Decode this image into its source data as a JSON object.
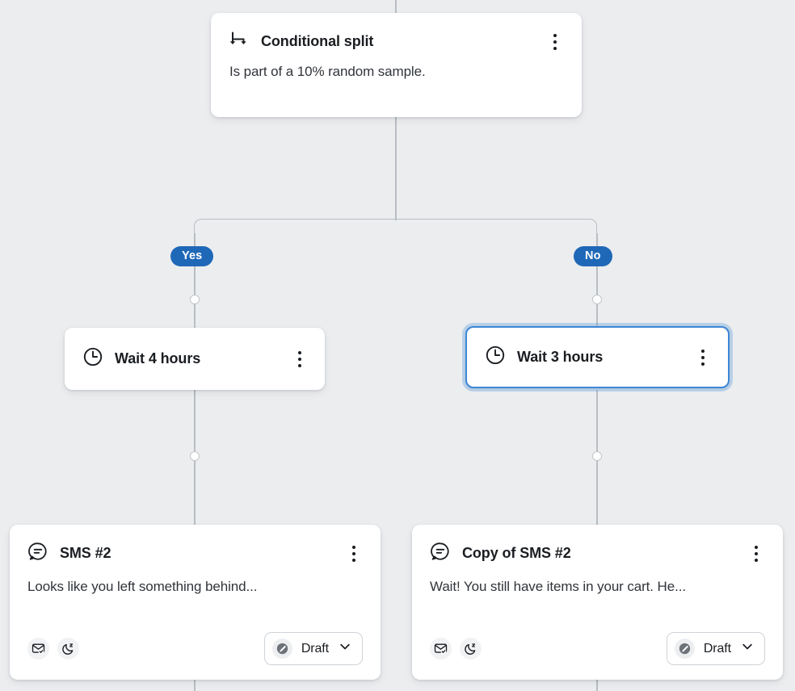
{
  "canvas": {
    "background_color": "#ebedef",
    "connector_color": "#b9bdc2",
    "accent_color": "#1f68b8",
    "selected_border_color": "#3d87d6"
  },
  "split_card": {
    "icon": "split-branch-icon",
    "title": "Conditional split",
    "description": "Is part of a 10% random sample.",
    "menu": "kebab-menu-icon"
  },
  "branches": [
    {
      "label": "Yes"
    },
    {
      "label": "No"
    }
  ],
  "wait_cards": [
    {
      "icon": "clock-icon",
      "title": "Wait 4 hours",
      "menu": "kebab-menu-icon",
      "selected": false
    },
    {
      "icon": "clock-icon",
      "title": "Wait 3 hours",
      "menu": "kebab-menu-icon",
      "selected": true
    }
  ],
  "sms_cards": [
    {
      "icon": "chat-bubble-icon",
      "title": "SMS #2",
      "preview": "Looks like you left something behind...",
      "meta_icons": [
        "envelope-check-icon",
        "moon-quiet-hours-icon"
      ],
      "status": {
        "badge_icon": "pencil-draft-icon",
        "label": "Draft",
        "chevron": "chevron-down-icon"
      },
      "menu": "kebab-menu-icon"
    },
    {
      "icon": "chat-bubble-icon",
      "title": "Copy of SMS #2",
      "preview": "Wait! You still have items in your cart. He...",
      "meta_icons": [
        "envelope-check-icon",
        "moon-quiet-hours-icon"
      ],
      "status": {
        "badge_icon": "pencil-draft-icon",
        "label": "Draft",
        "chevron": "chevron-down-icon"
      },
      "menu": "kebab-menu-icon"
    }
  ]
}
